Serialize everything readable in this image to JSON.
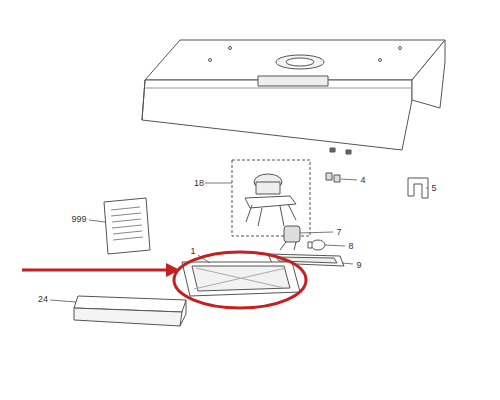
{
  "diagram": {
    "labels": [
      "18",
      "4",
      "5",
      "999",
      "7",
      "8",
      "9",
      "1",
      "24"
    ]
  }
}
